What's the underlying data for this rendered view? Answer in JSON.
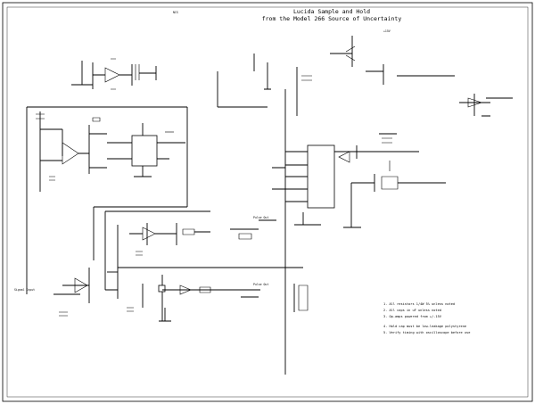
{
  "document": {
    "title_line1": "Lucida Sample and Hold",
    "title_line2": "from the Model 266 Source of Uncertainty",
    "sheet_ref": "NCS",
    "corner_label": "+15V"
  },
  "labels": {
    "input": "Signal Input",
    "output_top": "Pulse Out",
    "output_bottom": "Pulse Out"
  },
  "notes": [
    "1. All resistors 1/4W 5% unless noted",
    "2. All caps in uF unless noted",
    "3. Op-amps powered from +/-15V",
    "4. Hold cap must be low-leakage polystyrene",
    "5. Verify timing with oscilloscope before use"
  ]
}
